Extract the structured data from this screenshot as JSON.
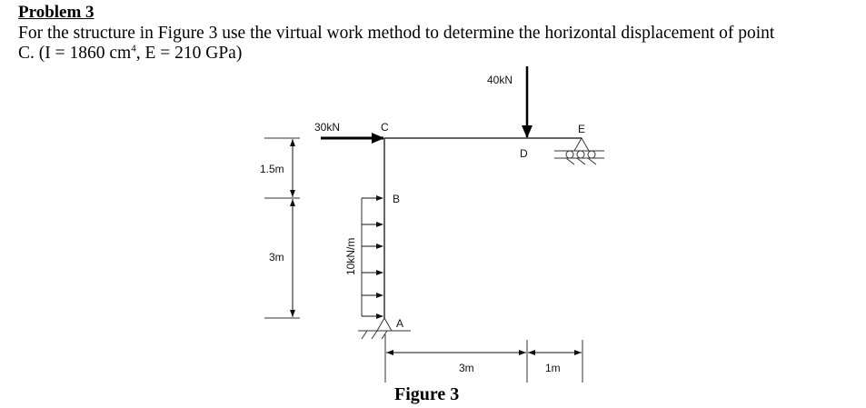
{
  "problem": {
    "title": "Problem 3",
    "line1": "For the structure in Figure 3 use the virtual work method to determine the horizontal displacement of point",
    "line2_prefix": "C. (I = 1860 cm",
    "line2_sup": "4",
    "line2_suffix": ", E = 210 GPa)"
  },
  "figure": {
    "caption": "Figure 3",
    "points": {
      "A": "A",
      "B": "B",
      "C": "C",
      "D": "D",
      "E": "E"
    },
    "loads": {
      "point_load_C": "30kN",
      "point_load_D": "40kN",
      "distributed_load": "10kN/m"
    },
    "dimensions": {
      "vertical_upper": "1.5m",
      "vertical_lower": "3m",
      "horizontal_left": "3m",
      "horizontal_right": "1m"
    },
    "supports": {
      "A": "pin-support",
      "E": "roller-support"
    }
  }
}
